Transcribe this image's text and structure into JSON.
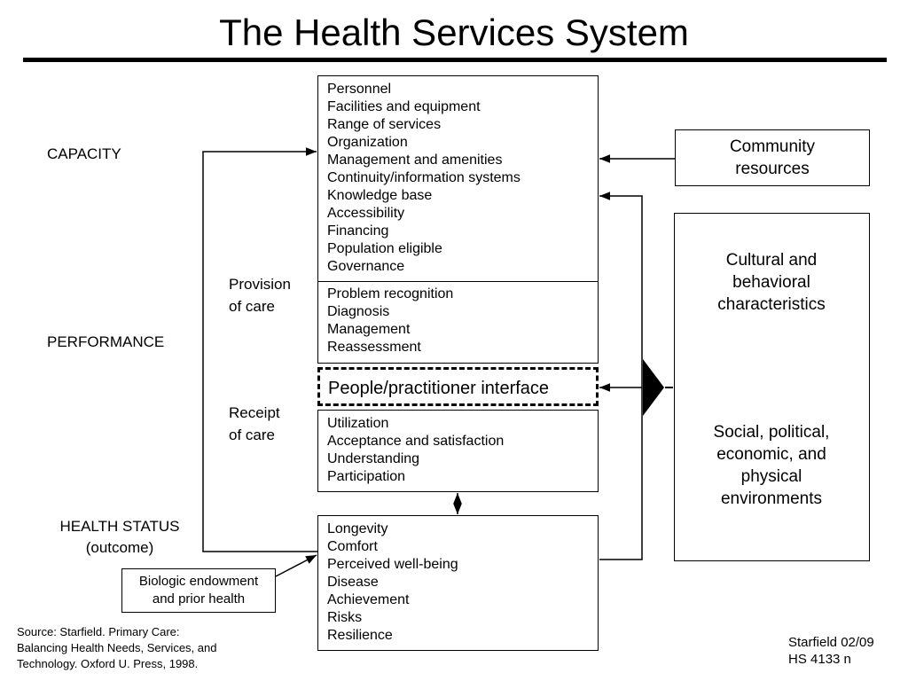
{
  "title": "The Health Services System",
  "side_labels": {
    "capacity": "CAPACITY",
    "performance": "PERFORMANCE",
    "health_status": "HEALTH STATUS",
    "health_status_sub": "(outcome)",
    "provision": "Provision",
    "provision_sub": "of care",
    "receipt": "Receipt",
    "receipt_sub": "of care"
  },
  "capacity_items": [
    "Personnel",
    "Facilities and equipment",
    "Range of services",
    "Organization",
    "Management and amenities",
    "Continuity/information systems",
    "Knowledge base",
    "Accessibility",
    "Financing",
    "Population eligible",
    "Governance"
  ],
  "process_items": [
    "Problem recognition",
    "Diagnosis",
    "Management",
    "Reassessment"
  ],
  "interface_label": "People/practitioner interface",
  "receipt_items": [
    "Utilization",
    "Acceptance and satisfaction",
    "Understanding",
    "Participation"
  ],
  "health_status_items": [
    "Longevity",
    "Comfort",
    "Perceived well-being",
    "Disease",
    "Achievement",
    "Risks",
    "Resilience"
  ],
  "community": {
    "line1": "Community",
    "line2": "resources"
  },
  "environment": {
    "cultural": [
      "Cultural and",
      "behavioral",
      "characteristics"
    ],
    "social": [
      "Social, political,",
      "economic, and",
      "physical",
      "environments"
    ]
  },
  "biologic": {
    "line1": "Biologic endowment",
    "line2": "and prior health"
  },
  "source_note": [
    "Source: Starfield. Primary Care:",
    "Balancing Health Needs, Services, and",
    "Technology. Oxford U. Press, 1998."
  ],
  "attribution": [
    "Starfield 02/09",
    "HS 4133 n"
  ]
}
